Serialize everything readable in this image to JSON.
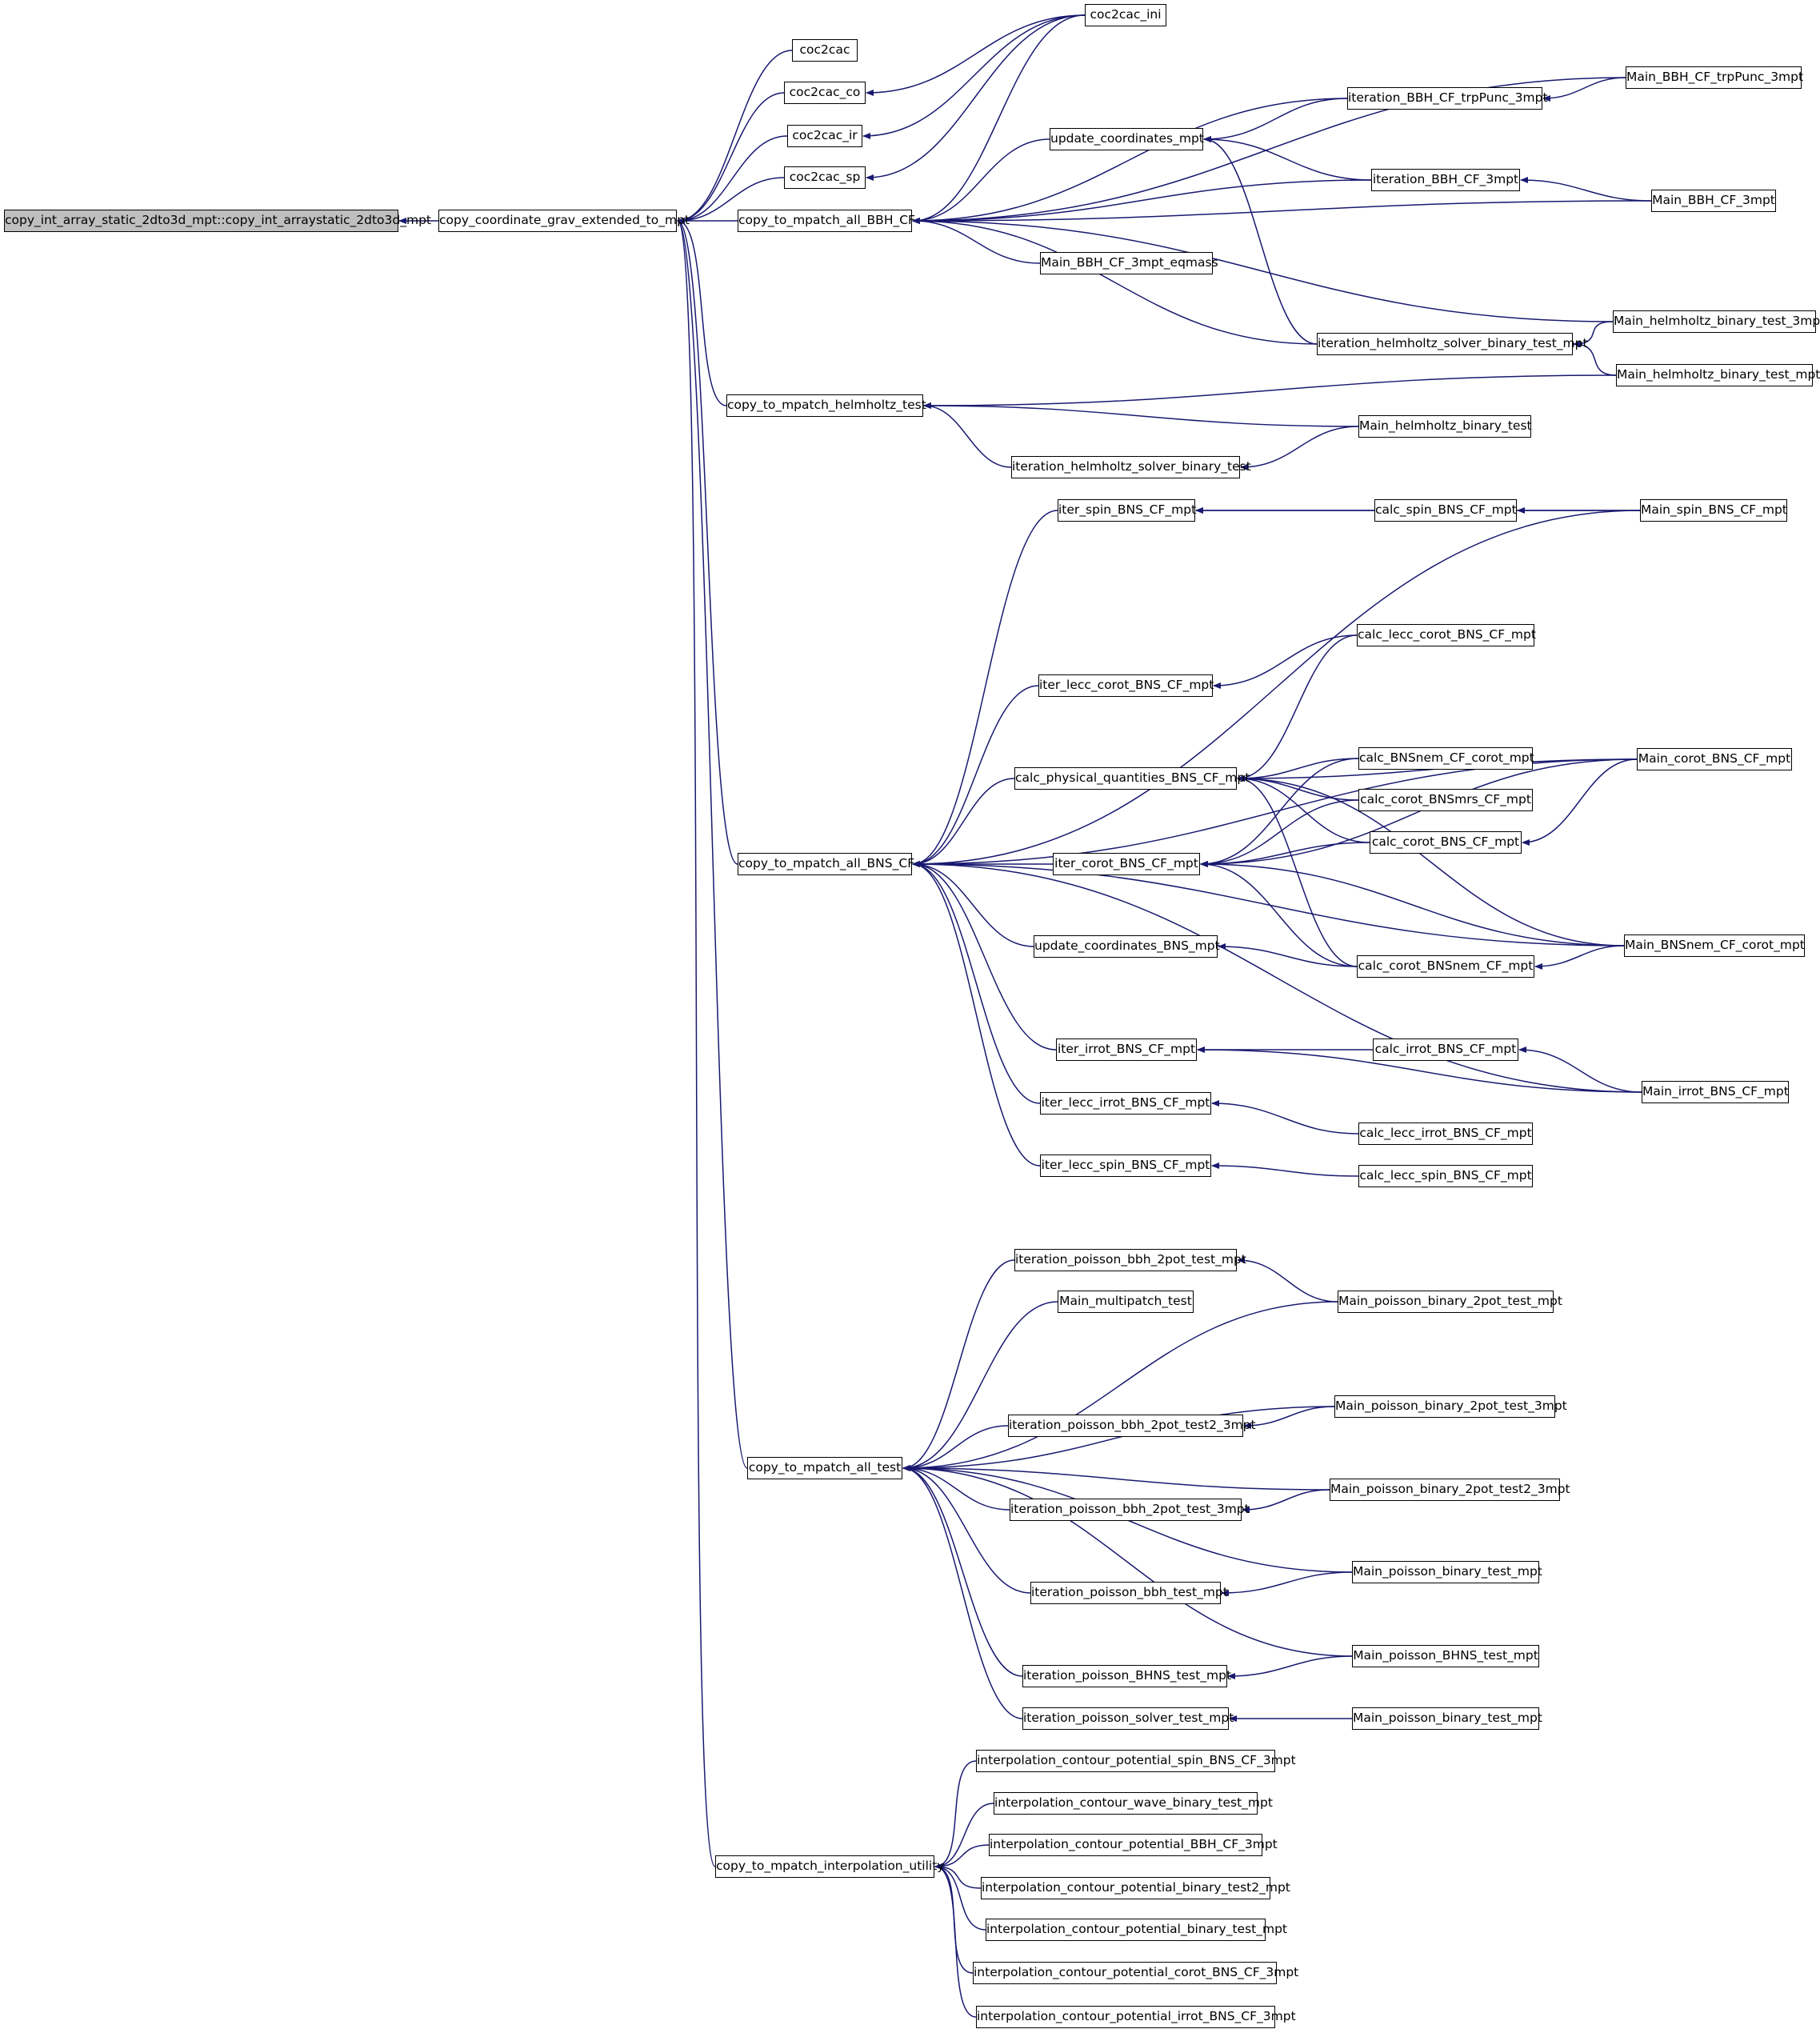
{
  "diagram": {
    "root": "copy_int_array_static_2dto3d_mpt::copy_int_arraystatic_2dto3d_mpt",
    "nodes": {
      "root": "copy_int_array_static_2dto3d_mpt::copy_int_arraystatic_2dto3d_mpt",
      "copy_coordinate_grav_extended_to_mpt": "copy_coordinate_grav_extended_to_mpt",
      "coc2cac": "coc2cac",
      "coc2cac_co": "coc2cac_co",
      "coc2cac_ir": "coc2cac_ir",
      "coc2cac_sp": "coc2cac_sp",
      "coc2cac_ini": "coc2cac_ini",
      "copy_to_mpatch_all_BBH_CF": "copy_to_mpatch_all_BBH_CF",
      "update_coordinates_mpt": "update_coordinates_mpt",
      "Main_BBH_CF_3mpt_eqmass": "Main_BBH_CF_3mpt_eqmass",
      "iteration_BBH_CF_trpPunc_3mpt": "iteration_BBH_CF_trpPunc_3mpt",
      "Main_BBH_CF_trpPunc_3mpt": "Main_BBH_CF_trpPunc_3mpt",
      "iteration_BBH_CF_3mpt": "iteration_BBH_CF_3mpt",
      "Main_BBH_CF_3mpt": "Main_BBH_CF_3mpt",
      "iteration_helmholtz_solver_binary_test_mpt": "iteration_helmholtz_solver_binary_test_mpt",
      "Main_helmholtz_binary_test_3mpt": "Main_helmholtz_binary_test_3mpt",
      "Main_helmholtz_binary_test_mpt": "Main_helmholtz_binary_test_mpt",
      "copy_to_mpatch_helmholtz_test": "copy_to_mpatch_helmholtz_test",
      "Main_helmholtz_binary_test": "Main_helmholtz_binary_test",
      "iteration_helmholtz_solver_binary_test": "iteration_helmholtz_solver_binary_test",
      "iter_spin_BNS_CF_mpt": "iter_spin_BNS_CF_mpt",
      "calc_spin_BNS_CF_mpt": "calc_spin_BNS_CF_mpt",
      "Main_spin_BNS_CF_mpt": "Main_spin_BNS_CF_mpt",
      "calc_lecc_corot_BNS_CF_mpt": "calc_lecc_corot_BNS_CF_mpt",
      "iter_lecc_corot_BNS_CF_mpt": "iter_lecc_corot_BNS_CF_mpt",
      "calc_BNSnem_CF_corot_mpt": "calc_BNSnem_CF_corot_mpt",
      "calc_physical_quantities_BNS_CF_mpt": "calc_physical_quantities_BNS_CF_mpt",
      "Main_corot_BNS_CF_mpt": "Main_corot_BNS_CF_mpt",
      "calc_corot_BNSmrs_CF_mpt": "calc_corot_BNSmrs_CF_mpt",
      "calc_corot_BNS_CF_mpt": "calc_corot_BNS_CF_mpt",
      "copy_to_mpatch_all_BNS_CF": "copy_to_mpatch_all_BNS_CF",
      "iter_corot_BNS_CF_mpt": "iter_corot_BNS_CF_mpt",
      "update_coordinates_BNS_mpt": "update_coordinates_BNS_mpt",
      "Main_BNSnem_CF_corot_mpt": "Main_BNSnem_CF_corot_mpt",
      "calc_corot_BNSnem_CF_mpt": "calc_corot_BNSnem_CF_mpt",
      "iter_irrot_BNS_CF_mpt": "iter_irrot_BNS_CF_mpt",
      "calc_irrot_BNS_CF_mpt": "calc_irrot_BNS_CF_mpt",
      "Main_irrot_BNS_CF_mpt": "Main_irrot_BNS_CF_mpt",
      "iter_lecc_irrot_BNS_CF_mpt": "iter_lecc_irrot_BNS_CF_mpt",
      "calc_lecc_irrot_BNS_CF_mpt": "calc_lecc_irrot_BNS_CF_mpt",
      "iter_lecc_spin_BNS_CF_mpt": "iter_lecc_spin_BNS_CF_mpt",
      "calc_lecc_spin_BNS_CF_mpt": "calc_lecc_spin_BNS_CF_mpt",
      "iteration_poisson_bbh_2pot_test_mpt": "iteration_poisson_bbh_2pot_test_mpt",
      "Main_multipatch_test": "Main_multipatch_test",
      "Main_poisson_binary_2pot_test_mpt": "Main_poisson_binary_2pot_test_mpt",
      "Main_poisson_binary_2pot_test_3mpt": "Main_poisson_binary_2pot_test_3mpt",
      "iteration_poisson_bbh_2pot_test2_3mpt": "iteration_poisson_bbh_2pot_test2_3mpt",
      "copy_to_mpatch_all_test": "copy_to_mpatch_all_test",
      "Main_poisson_binary_2pot_test2_3mpt": "Main_poisson_binary_2pot_test2_3mpt",
      "iteration_poisson_bbh_2pot_test_3mpt": "iteration_poisson_bbh_2pot_test_3mpt",
      "Main_poisson_binary_test_mpt": "Main_poisson_binary_test_mpt",
      "iteration_poisson_bbh_test_mpt": "iteration_poisson_bbh_test_mpt",
      "Main_poisson_BHNS_test_mpt": "Main_poisson_BHNS_test_mpt",
      "iteration_poisson_BHNS_test_mpt": "iteration_poisson_BHNS_test_mpt",
      "iteration_poisson_solver_test_mpt": "iteration_poisson_solver_test_mpt",
      "Main_poisson_binary_test_mpt_2": "Main_poisson_binary_test_mpt",
      "interpolation_contour_potential_spin_BNS_CF_3mpt": "interpolation_contour_potential_spin_BNS_CF_3mpt",
      "interpolation_contour_wave_binary_test_mpt": "interpolation_contour_wave_binary_test_mpt",
      "interpolation_contour_potential_BBH_CF_3mpt": "interpolation_contour_potential_BBH_CF_3mpt",
      "copy_to_mpatch_interpolation_utility": "copy_to_mpatch_interpolation_utility",
      "interpolation_contour_potential_binary_test2_mpt": "interpolation_contour_potential_binary_test2_mpt",
      "interpolation_contour_potential_binary_test_mpt": "interpolation_contour_potential_binary_test_mpt",
      "interpolation_contour_potential_corot_BNS_CF_3mpt": "interpolation_contour_potential_corot_BNS_CF_3mpt",
      "interpolation_contour_potential_irrot_BNS_CF_3mpt": "interpolation_contour_potential_irrot_BNS_CF_3mpt"
    },
    "edges": [
      [
        "copy_coordinate_grav_extended_to_mpt",
        "root"
      ],
      [
        "coc2cac",
        "copy_coordinate_grav_extended_to_mpt"
      ],
      [
        "coc2cac_co",
        "copy_coordinate_grav_extended_to_mpt"
      ],
      [
        "coc2cac_ir",
        "copy_coordinate_grav_extended_to_mpt"
      ],
      [
        "coc2cac_sp",
        "copy_coordinate_grav_extended_to_mpt"
      ],
      [
        "copy_to_mpatch_all_BBH_CF",
        "copy_coordinate_grav_extended_to_mpt"
      ],
      [
        "copy_to_mpatch_helmholtz_test",
        "copy_coordinate_grav_extended_to_mpt"
      ],
      [
        "copy_to_mpatch_all_BNS_CF",
        "copy_coordinate_grav_extended_to_mpt"
      ],
      [
        "copy_to_mpatch_all_test",
        "copy_coordinate_grav_extended_to_mpt"
      ],
      [
        "copy_to_mpatch_interpolation_utility",
        "copy_coordinate_grav_extended_to_mpt"
      ],
      [
        "coc2cac_ini",
        "coc2cac_co"
      ],
      [
        "coc2cac_ini",
        "coc2cac_ir"
      ],
      [
        "coc2cac_ini",
        "coc2cac_sp"
      ],
      [
        "coc2cac_ini",
        "copy_to_mpatch_all_BBH_CF"
      ],
      [
        "update_coordinates_mpt",
        "copy_to_mpatch_all_BBH_CF"
      ],
      [
        "Main_BBH_CF_3mpt_eqmass",
        "copy_to_mpatch_all_BBH_CF"
      ],
      [
        "iteration_BBH_CF_trpPunc_3mpt",
        "copy_to_mpatch_all_BBH_CF"
      ],
      [
        "Main_BBH_CF_trpPunc_3mpt",
        "copy_to_mpatch_all_BBH_CF"
      ],
      [
        "iteration_BBH_CF_3mpt",
        "copy_to_mpatch_all_BBH_CF"
      ],
      [
        "Main_BBH_CF_3mpt",
        "copy_to_mpatch_all_BBH_CF"
      ],
      [
        "iteration_helmholtz_solver_binary_test_mpt",
        "copy_to_mpatch_all_BBH_CF"
      ],
      [
        "Main_helmholtz_binary_test_3mpt",
        "copy_to_mpatch_all_BBH_CF"
      ],
      [
        "iteration_BBH_CF_trpPunc_3mpt",
        "update_coordinates_mpt"
      ],
      [
        "iteration_BBH_CF_3mpt",
        "update_coordinates_mpt"
      ],
      [
        "iteration_helmholtz_solver_binary_test_mpt",
        "update_coordinates_mpt"
      ],
      [
        "Main_BBH_CF_trpPunc_3mpt",
        "iteration_BBH_CF_trpPunc_3mpt"
      ],
      [
        "Main_BBH_CF_3mpt",
        "iteration_BBH_CF_3mpt"
      ],
      [
        "Main_helmholtz_binary_test_3mpt",
        "iteration_helmholtz_solver_binary_test_mpt"
      ],
      [
        "Main_helmholtz_binary_test_mpt",
        "iteration_helmholtz_solver_binary_test_mpt"
      ],
      [
        "Main_helmholtz_binary_test_mpt",
        "copy_to_mpatch_helmholtz_test"
      ],
      [
        "Main_helmholtz_binary_test",
        "copy_to_mpatch_helmholtz_test"
      ],
      [
        "iteration_helmholtz_solver_binary_test",
        "copy_to_mpatch_helmholtz_test"
      ],
      [
        "Main_helmholtz_binary_test",
        "iteration_helmholtz_solver_binary_test"
      ],
      [
        "iter_spin_BNS_CF_mpt",
        "copy_to_mpatch_all_BNS_CF"
      ],
      [
        "Main_spin_BNS_CF_mpt",
        "copy_to_mpatch_all_BNS_CF"
      ],
      [
        "Main_corot_BNS_CF_mpt",
        "copy_to_mpatch_all_BNS_CF"
      ],
      [
        "iter_lecc_corot_BNS_CF_mpt",
        "copy_to_mpatch_all_BNS_CF"
      ],
      [
        "calc_physical_quantities_BNS_CF_mpt",
        "copy_to_mpatch_all_BNS_CF"
      ],
      [
        "iter_corot_BNS_CF_mpt",
        "copy_to_mpatch_all_BNS_CF"
      ],
      [
        "update_coordinates_BNS_mpt",
        "copy_to_mpatch_all_BNS_CF"
      ],
      [
        "Main_BNSnem_CF_corot_mpt",
        "copy_to_mpatch_all_BNS_CF"
      ],
      [
        "iter_irrot_BNS_CF_mpt",
        "copy_to_mpatch_all_BNS_CF"
      ],
      [
        "iter_lecc_irrot_BNS_CF_mpt",
        "copy_to_mpatch_all_BNS_CF"
      ],
      [
        "iter_lecc_spin_BNS_CF_mpt",
        "copy_to_mpatch_all_BNS_CF"
      ],
      [
        "Main_irrot_BNS_CF_mpt",
        "copy_to_mpatch_all_BNS_CF"
      ],
      [
        "calc_spin_BNS_CF_mpt",
        "iter_spin_BNS_CF_mpt"
      ],
      [
        "Main_spin_BNS_CF_mpt",
        "iter_spin_BNS_CF_mpt"
      ],
      [
        "Main_spin_BNS_CF_mpt",
        "calc_spin_BNS_CF_mpt"
      ],
      [
        "calc_lecc_corot_BNS_CF_mpt",
        "iter_lecc_corot_BNS_CF_mpt"
      ],
      [
        "calc_lecc_corot_BNS_CF_mpt",
        "calc_physical_quantities_BNS_CF_mpt"
      ],
      [
        "calc_BNSnem_CF_corot_mpt",
        "calc_physical_quantities_BNS_CF_mpt"
      ],
      [
        "calc_corot_BNSmrs_CF_mpt",
        "calc_physical_quantities_BNS_CF_mpt"
      ],
      [
        "calc_corot_BNS_CF_mpt",
        "calc_physical_quantities_BNS_CF_mpt"
      ],
      [
        "calc_corot_BNSnem_CF_mpt",
        "calc_physical_quantities_BNS_CF_mpt"
      ],
      [
        "Main_corot_BNS_CF_mpt",
        "calc_physical_quantities_BNS_CF_mpt"
      ],
      [
        "Main_BNSnem_CF_corot_mpt",
        "calc_physical_quantities_BNS_CF_mpt"
      ],
      [
        "calc_BNSnem_CF_corot_mpt",
        "iter_corot_BNS_CF_mpt"
      ],
      [
        "calc_corot_BNSmrs_CF_mpt",
        "iter_corot_BNS_CF_mpt"
      ],
      [
        "calc_corot_BNS_CF_mpt",
        "iter_corot_BNS_CF_mpt"
      ],
      [
        "Main_corot_BNS_CF_mpt",
        "iter_corot_BNS_CF_mpt"
      ],
      [
        "calc_corot_BNSnem_CF_mpt",
        "iter_corot_BNS_CF_mpt"
      ],
      [
        "Main_BNSnem_CF_corot_mpt",
        "iter_corot_BNS_CF_mpt"
      ],
      [
        "Main_corot_BNS_CF_mpt",
        "calc_corot_BNS_CF_mpt"
      ],
      [
        "calc_corot_BNSnem_CF_mpt",
        "update_coordinates_BNS_mpt"
      ],
      [
        "Main_BNSnem_CF_corot_mpt",
        "calc_corot_BNSnem_CF_mpt"
      ],
      [
        "calc_irrot_BNS_CF_mpt",
        "iter_irrot_BNS_CF_mpt"
      ],
      [
        "Main_irrot_BNS_CF_mpt",
        "iter_irrot_BNS_CF_mpt"
      ],
      [
        "Main_irrot_BNS_CF_mpt",
        "calc_irrot_BNS_CF_mpt"
      ],
      [
        "calc_lecc_irrot_BNS_CF_mpt",
        "iter_lecc_irrot_BNS_CF_mpt"
      ],
      [
        "calc_lecc_spin_BNS_CF_mpt",
        "iter_lecc_spin_BNS_CF_mpt"
      ],
      [
        "iteration_poisson_bbh_2pot_test_mpt",
        "copy_to_mpatch_all_test"
      ],
      [
        "Main_multipatch_test",
        "copy_to_mpatch_all_test"
      ],
      [
        "Main_poisson_binary_2pot_test_mpt",
        "copy_to_mpatch_all_test"
      ],
      [
        "Main_poisson_binary_2pot_test_3mpt",
        "copy_to_mpatch_all_test"
      ],
      [
        "iteration_poisson_bbh_2pot_test2_3mpt",
        "copy_to_mpatch_all_test"
      ],
      [
        "Main_poisson_binary_2pot_test2_3mpt",
        "copy_to_mpatch_all_test"
      ],
      [
        "iteration_poisson_bbh_2pot_test_3mpt",
        "copy_to_mpatch_all_test"
      ],
      [
        "Main_poisson_binary_test_mpt",
        "copy_to_mpatch_all_test"
      ],
      [
        "iteration_poisson_bbh_test_mpt",
        "copy_to_mpatch_all_test"
      ],
      [
        "Main_poisson_BHNS_test_mpt",
        "copy_to_mpatch_all_test"
      ],
      [
        "iteration_poisson_BHNS_test_mpt",
        "copy_to_mpatch_all_test"
      ],
      [
        "iteration_poisson_solver_test_mpt",
        "copy_to_mpatch_all_test"
      ],
      [
        "Main_poisson_binary_2pot_test_mpt",
        "iteration_poisson_bbh_2pot_test_mpt"
      ],
      [
        "Main_poisson_binary_2pot_test_3mpt",
        "iteration_poisson_bbh_2pot_test2_3mpt"
      ],
      [
        "Main_poisson_binary_2pot_test2_3mpt",
        "iteration_poisson_bbh_2pot_test_3mpt"
      ],
      [
        "Main_poisson_binary_test_mpt",
        "iteration_poisson_bbh_test_mpt"
      ],
      [
        "Main_poisson_BHNS_test_mpt",
        "iteration_poisson_BHNS_test_mpt"
      ],
      [
        "Main_poisson_binary_test_mpt_2",
        "iteration_poisson_solver_test_mpt"
      ],
      [
        "interpolation_contour_potential_spin_BNS_CF_3mpt",
        "copy_to_mpatch_interpolation_utility"
      ],
      [
        "interpolation_contour_wave_binary_test_mpt",
        "copy_to_mpatch_interpolation_utility"
      ],
      [
        "interpolation_contour_potential_BBH_CF_3mpt",
        "copy_to_mpatch_interpolation_utility"
      ],
      [
        "interpolation_contour_potential_binary_test2_mpt",
        "copy_to_mpatch_interpolation_utility"
      ],
      [
        "interpolation_contour_potential_binary_test_mpt",
        "copy_to_mpatch_interpolation_utility"
      ],
      [
        "interpolation_contour_potential_corot_BNS_CF_3mpt",
        "copy_to_mpatch_interpolation_utility"
      ],
      [
        "interpolation_contour_potential_irrot_BNS_CF_3mpt",
        "copy_to_mpatch_interpolation_utility"
      ]
    ],
    "colors": {
      "edge": "#191970",
      "root_fill": "#bfbfbf",
      "node_fill": "#ffffff",
      "node_border": "#000000"
    }
  }
}
